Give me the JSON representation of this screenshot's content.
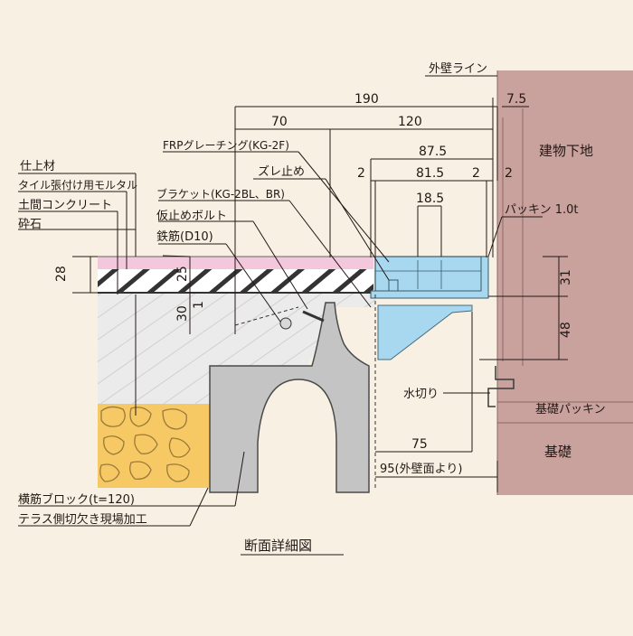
{
  "title": "断面詳細図",
  "materials": {
    "finish": "仕上材",
    "mortar": "タイル張付け用モルタル",
    "concrete": "土間コンクリート",
    "gravel": "砕石"
  },
  "parts": {
    "grating": "FRPグレーチング(KG-2F)",
    "stopper": "ズレ止め",
    "bracket": "ブラケット(KG-2BL、BR)",
    "bolt": "仮止めボルト",
    "rebar": "鉄筋(D10)",
    "packing": "パッキン 1.0t",
    "drip": "水切り",
    "block": "横筋ブロック(t=120)",
    "block_note": "テラス側切欠き現場加工"
  },
  "building": {
    "wall_line": "外壁ライン",
    "substrate": "建物下地",
    "foundation_packing": "基礎パッキン",
    "foundation": "基礎"
  },
  "dimensions": {
    "total": "190",
    "left": "70",
    "right": "120",
    "wall_offset": "7.5",
    "inner": "87.5",
    "gap_left": "2",
    "span": "81.5",
    "gap_mid": "2",
    "gap_right": "2",
    "slot": "18.5",
    "thick_28": "28",
    "thick_25": "25",
    "thick_1": "1",
    "thick_30": "30",
    "h31": "31",
    "h48": "48",
    "d75": "75",
    "d95": "95(外壁面より)"
  },
  "colors": {
    "background": "#f8f1e3",
    "wall": "#c9a19d",
    "finish_layer": "#f3c8dc",
    "steel": "#a8d8ef",
    "concrete": "#ebebeb",
    "block": "#c4c4c4",
    "gravel": "#f6c965"
  }
}
